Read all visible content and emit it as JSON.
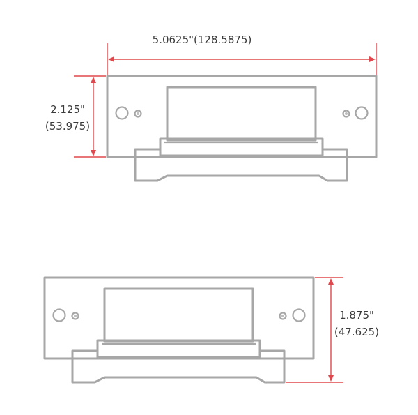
{
  "dimensions": {
    "width": {
      "line1": "5.0625\"(128.5875)"
    },
    "height_top": {
      "line1": "2.125\"",
      "line2": "(53.975)"
    },
    "height_bottom": {
      "line1": "1.875\"",
      "line2": "(47.625)"
    }
  },
  "colors": {
    "outline": "#a7a7a7",
    "dimension": "#e0484d",
    "text": "#3a3a3a"
  }
}
